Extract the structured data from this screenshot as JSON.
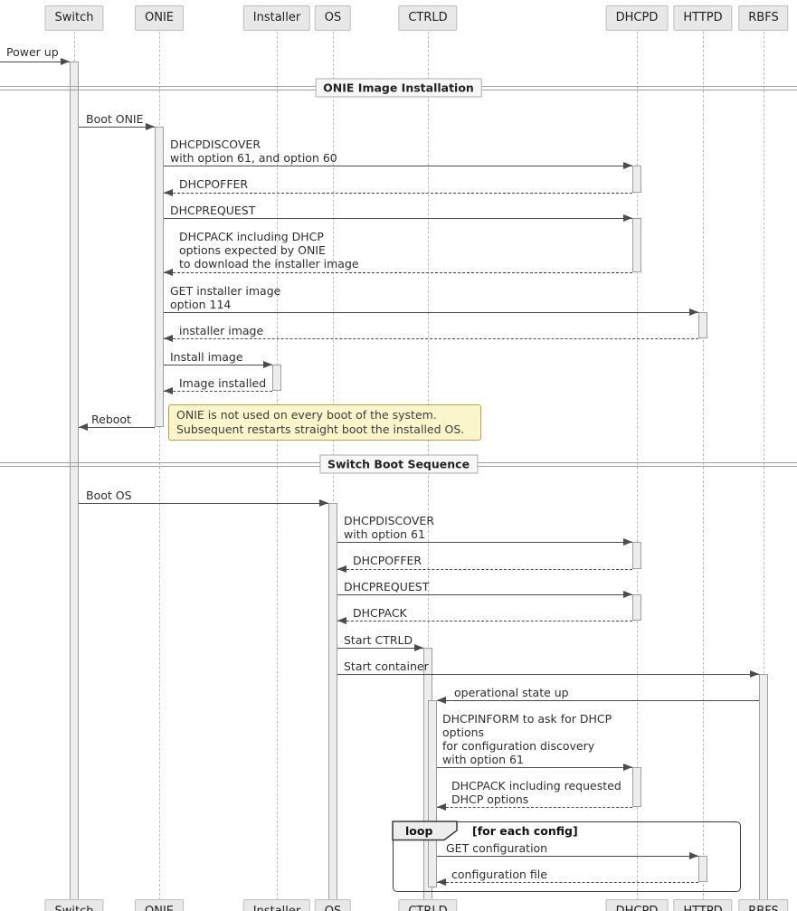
{
  "participants": {
    "switch": "Switch",
    "onie": "ONIE",
    "installer": "Installer",
    "os": "OS",
    "ctrld": "CTRLD",
    "dhcpd": "DHCPD",
    "httpd": "HTTPD",
    "rbfs": "RBFS"
  },
  "dividers": {
    "onie_install": "ONIE Image Installation",
    "boot_seq": "Switch Boot Sequence"
  },
  "messages": {
    "power_up": "Power up",
    "boot_onie": "Boot ONIE",
    "dhcpdiscover_onie": "DHCPDISCOVER\nwith option 61, and option 60",
    "dhcpoffer_onie": "DHCPOFFER",
    "dhcprequest_onie": "DHCPREQUEST",
    "dhcpack_onie": "DHCPACK including DHCP\noptions expected by ONIE\nto download the installer image",
    "get_installer": "GET installer image\noption 114",
    "installer_image": "installer image",
    "install_image": "Install image",
    "image_installed": "Image installed",
    "reboot": "Reboot",
    "boot_os": "Boot OS",
    "dhcpdiscover_os": "DHCPDISCOVER\nwith option 61",
    "dhcpoffer_os": "DHCPOFFER",
    "dhcprequest_os": "DHCPREQUEST",
    "dhcpack_os": "DHCPACK",
    "start_ctrld": "Start CTRLD",
    "start_container": "Start container",
    "op_state_up": "operational state up",
    "dhcpinform": "DHCPINFORM to ask for DHCP\noptions\nfor configuration discovery\nwith option 61",
    "dhcpack_ctrld": "DHCPACK including requested\nDHCP options",
    "get_config": "GET configuration",
    "config_file": "configuration file"
  },
  "note": {
    "text": "ONIE is not used on every boot of the system.\nSubsequent restarts straight boot the installed OS."
  },
  "loop": {
    "keyword": "loop",
    "guard": "[for each config]"
  },
  "colors": {
    "participant_fill": "#E8E8E8",
    "participant_border": "#BDBDBD",
    "activation_fill": "#EDEDED",
    "note_fill": "#FBF5CB",
    "note_border": "#B9A14C",
    "arrow": "#4B4B4B",
    "lifeline": "#BDBDBD"
  }
}
